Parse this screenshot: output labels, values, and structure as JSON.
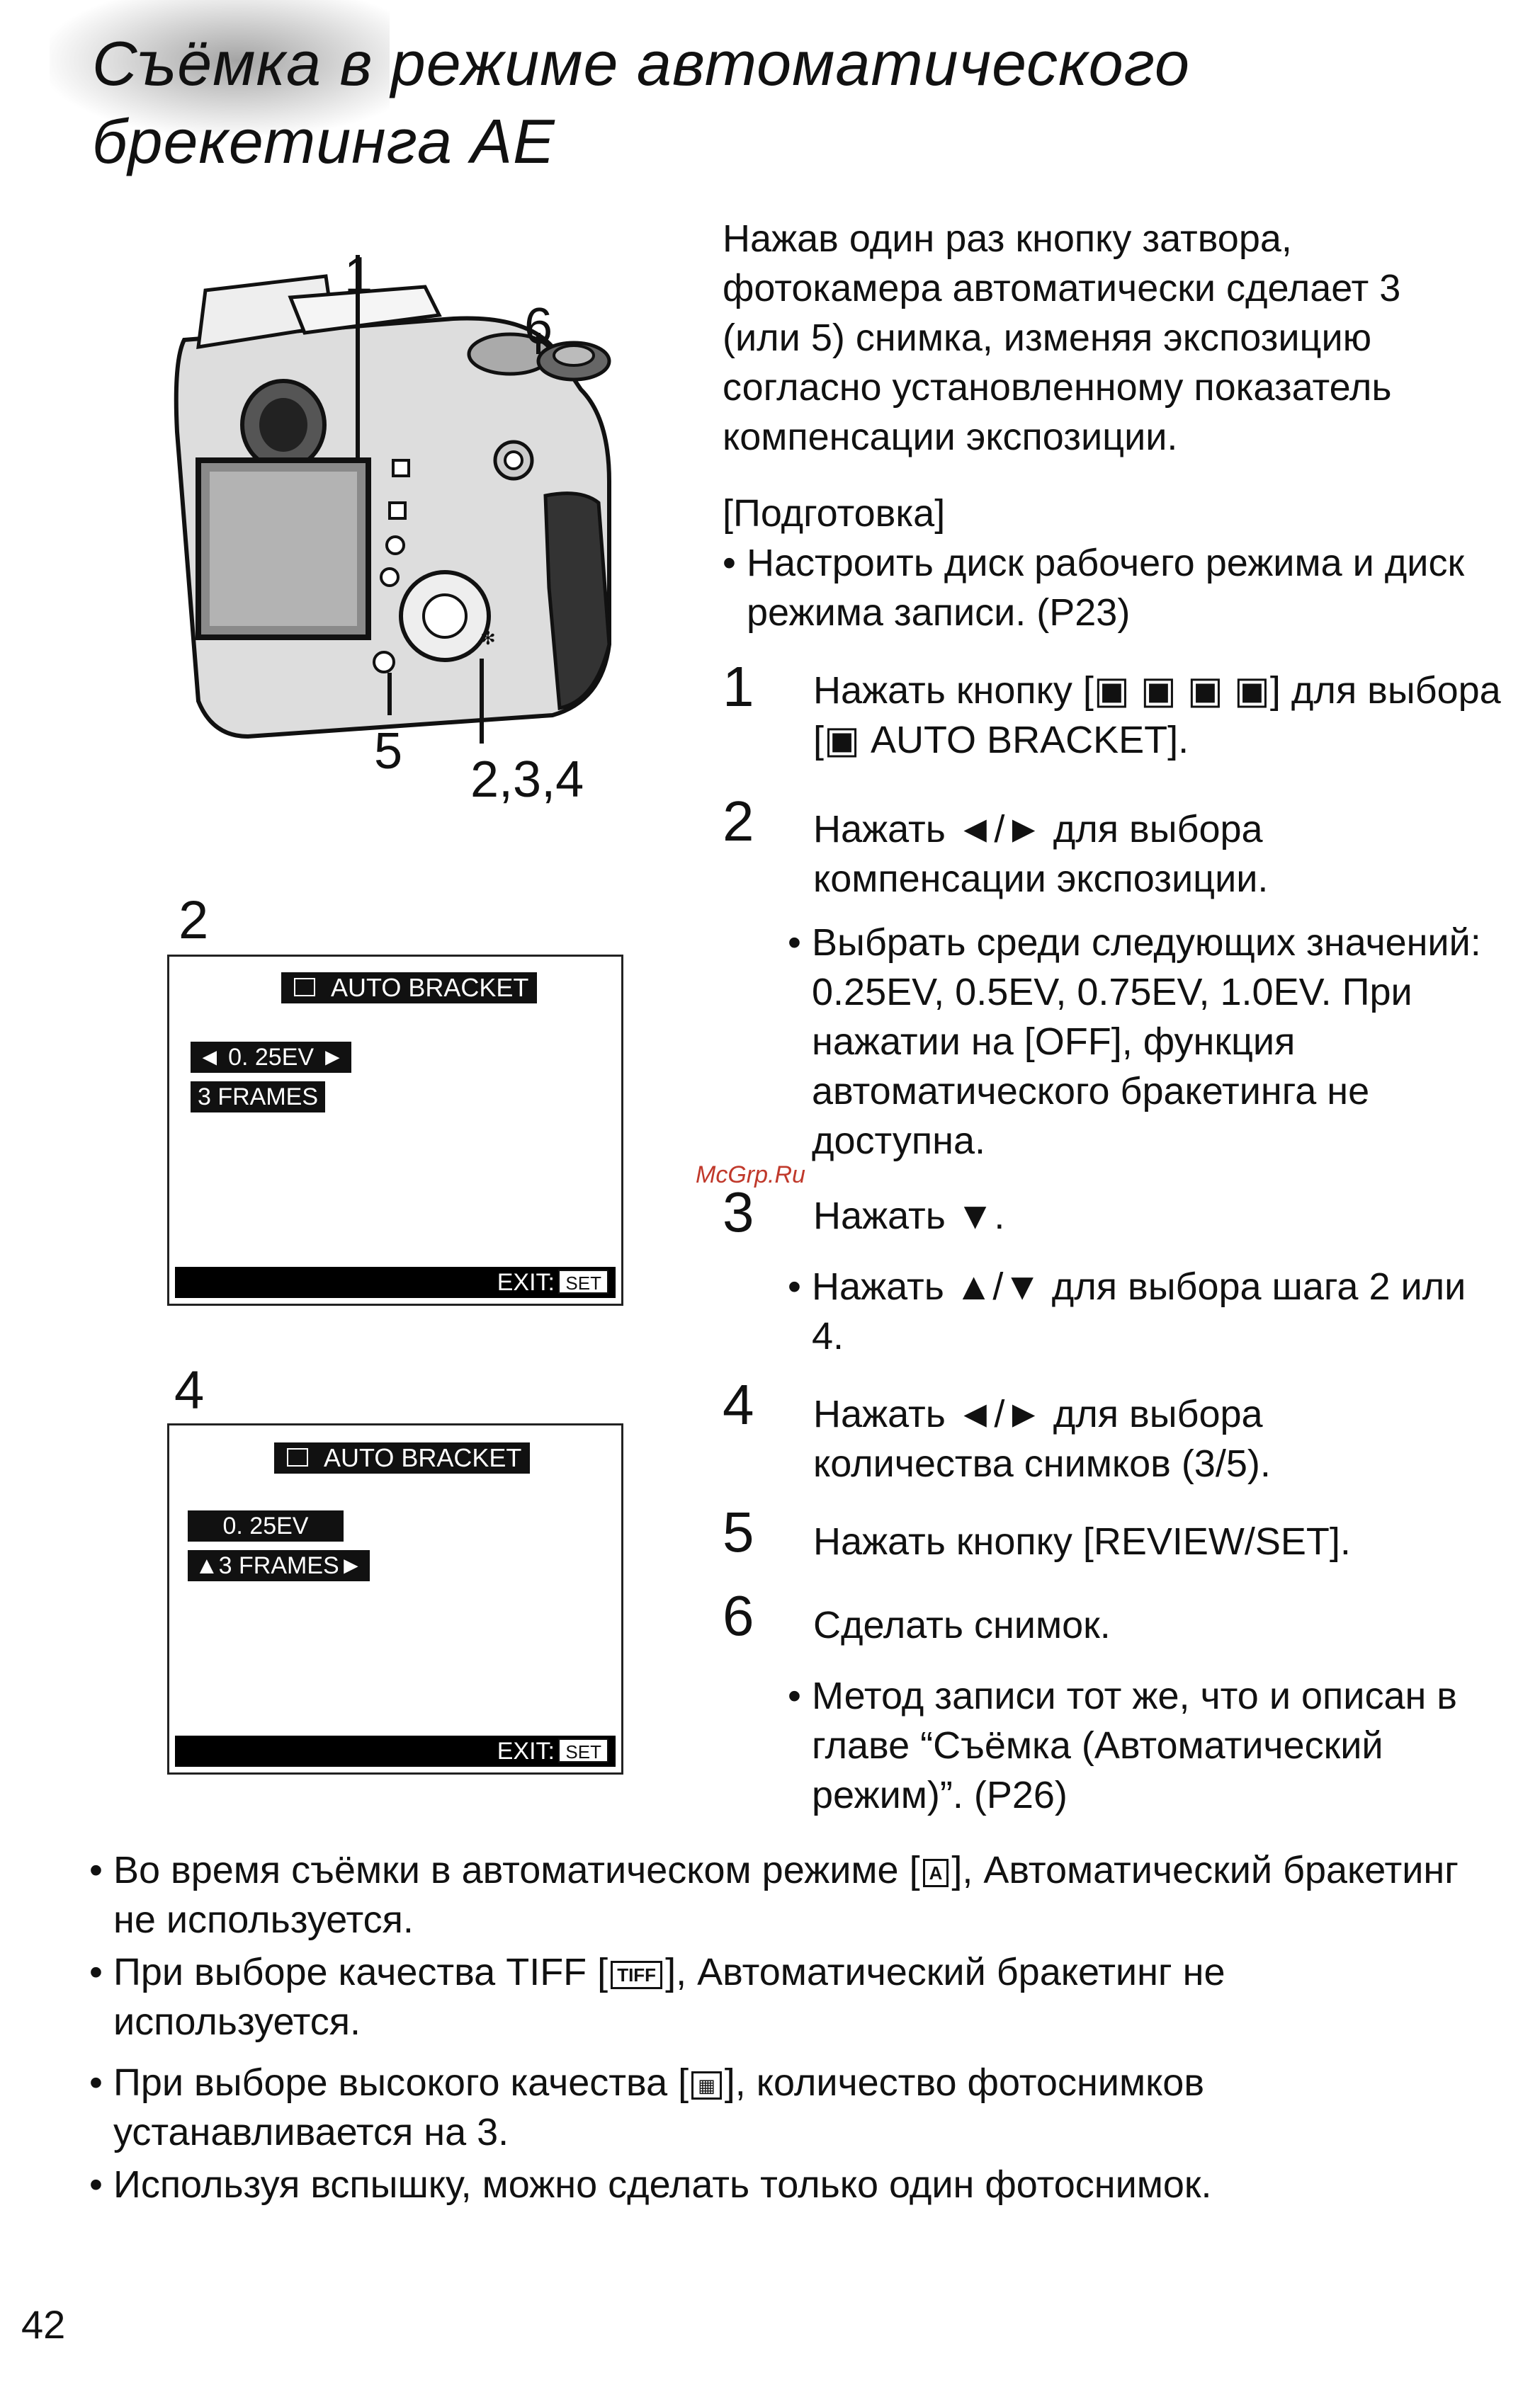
{
  "title": {
    "line1": "Съёмка в режиме автоматического",
    "line2": "брекетинга AE"
  },
  "intro": "Нажав один раз кнопку затвора, фотокамера автоматически сделает 3 (или 5) снимка, изменяя экспозицию согласно установленному показатель компенсации экспозиции.",
  "preparation": {
    "heading": "[Подготовка]",
    "bullet": "Настроить диск рабочего режима и диск режима записи. (P23)"
  },
  "steps": [
    {
      "num": "1",
      "text": "Нажать кнопку [▣ ▣ ▣ ▣] для выбора [▣ AUTO BRACKET].",
      "bullets": []
    },
    {
      "num": "2",
      "text": "Нажать ◄/► для выбора компенсации экспозиции.",
      "bullets": [
        "Выбрать среди следующих значений: 0.25EV, 0.5EV, 0.75EV, 1.0EV. При нажатии на [OFF], функция автоматического бракетинга не доступна."
      ]
    },
    {
      "num": "3",
      "text": "Нажать ▼.",
      "bullets": [
        "Нажать ▲/▼ для выбора шага 2 или 4."
      ]
    },
    {
      "num": "4",
      "text": "Нажать ◄/► для выбора количества снимков (3/5).",
      "bullets": []
    },
    {
      "num": "5",
      "text": "Нажать кнопку [REVIEW/SET].",
      "bullets": []
    },
    {
      "num": "6",
      "text": "Сделать снимок.",
      "bullets": [
        "Метод записи тот же, что и описан в главе “Съёмка (Автоматический режим)”. (P26)"
      ]
    }
  ],
  "notes": [
    {
      "before": "Во время съёмки в автоматическом режиме [",
      "icon": "A",
      "after": "], Автоматический бракетинг не используется."
    },
    {
      "before": "При выборе качества TIFF [",
      "icon": "TIFF",
      "after": "], Автоматический бракетинг не используется."
    },
    {
      "before": "При выборе высокого качества [",
      "icon": "▦",
      "after": "], количество фотоснимков устанавливается на 3."
    },
    {
      "before": "Используя вспышку, можно сделать только один фотоснимок.",
      "icon": "",
      "after": ""
    }
  ],
  "camera_labels": {
    "l1": "1",
    "l6": "6",
    "l5": "5",
    "l234": "2,3,4"
  },
  "screen_a": {
    "label": "2",
    "header": "AUTO BRACKET",
    "ev": "◄ 0. 25EV ►",
    "frames": "3 FRAMES",
    "exit": "EXIT:",
    "set": "SET"
  },
  "screen_b": {
    "label": "4",
    "header": "AUTO BRACKET",
    "ev": "0. 25EV",
    "frames": "▲3 FRAMES►",
    "exit": "EXIT:",
    "set": "SET"
  },
  "watermark": "McGrp.Ru",
  "page_number": "42"
}
